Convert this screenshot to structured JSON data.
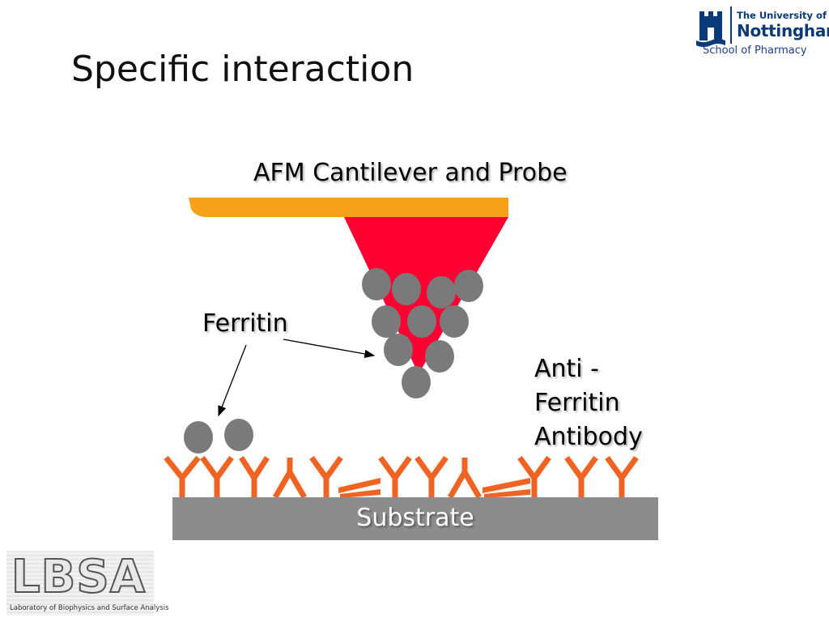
{
  "slide": {
    "title": "Specific interaction"
  },
  "logo": {
    "university_line1": "The University of",
    "university_line2": "Nottingham",
    "school": "School of Pharmacy"
  },
  "diagram": {
    "cantilever_label": "AFM Cantilever and Probe",
    "ferritin_label": "Ferritin",
    "antibody_label_lines": [
      "Anti -",
      "Ferritin",
      "Antibody"
    ],
    "substrate_label": "Substrate"
  },
  "footer_logo": {
    "letters": "LBSA",
    "caption": "Laboratory of Biophysics and Surface Analysis"
  },
  "colors": {
    "cantilever": "#f7a11a",
    "probe_tip": "#ff0033",
    "ferritin": "#7a7a7a",
    "antibody": "#f06423",
    "substrate": "#8c8c8c",
    "brand_blue": "#0a3a78"
  }
}
